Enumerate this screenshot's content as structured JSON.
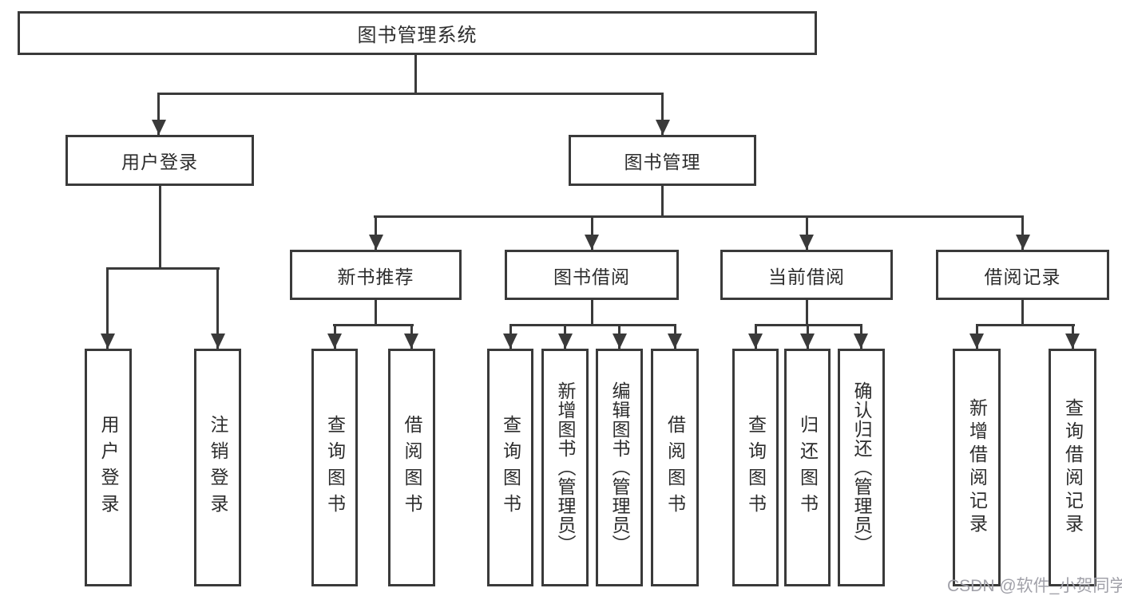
{
  "diagram_type": "hierarchy-tree",
  "colors": {
    "line": "#3a3a3a",
    "text": "#2d2d2d",
    "background": "#ffffff",
    "watermark": "#a1a1a9"
  },
  "watermark": "CSDN @软件_小贺同学",
  "tree": {
    "label": "图书管理系统",
    "children": [
      {
        "label": "用户登录",
        "children": [
          {
            "label": "用户登录"
          },
          {
            "label": "注销登录"
          }
        ]
      },
      {
        "label": "图书管理",
        "children": [
          {
            "label": "新书推荐",
            "children": [
              {
                "label": "查询图书"
              },
              {
                "label": "借阅图书"
              }
            ]
          },
          {
            "label": "图书借阅",
            "children": [
              {
                "label": "查询图书"
              },
              {
                "label": "新增图书（管理员）"
              },
              {
                "label": "编辑图书（管理员）"
              },
              {
                "label": "借阅图书"
              }
            ]
          },
          {
            "label": "当前借阅",
            "children": [
              {
                "label": "查询图书"
              },
              {
                "label": "归还图书"
              },
              {
                "label": "确认归还（管理员）"
              }
            ]
          },
          {
            "label": "借阅记录",
            "children": [
              {
                "label": "新增借阅记录"
              },
              {
                "label": "查询借阅记录"
              }
            ]
          }
        ]
      }
    ]
  }
}
